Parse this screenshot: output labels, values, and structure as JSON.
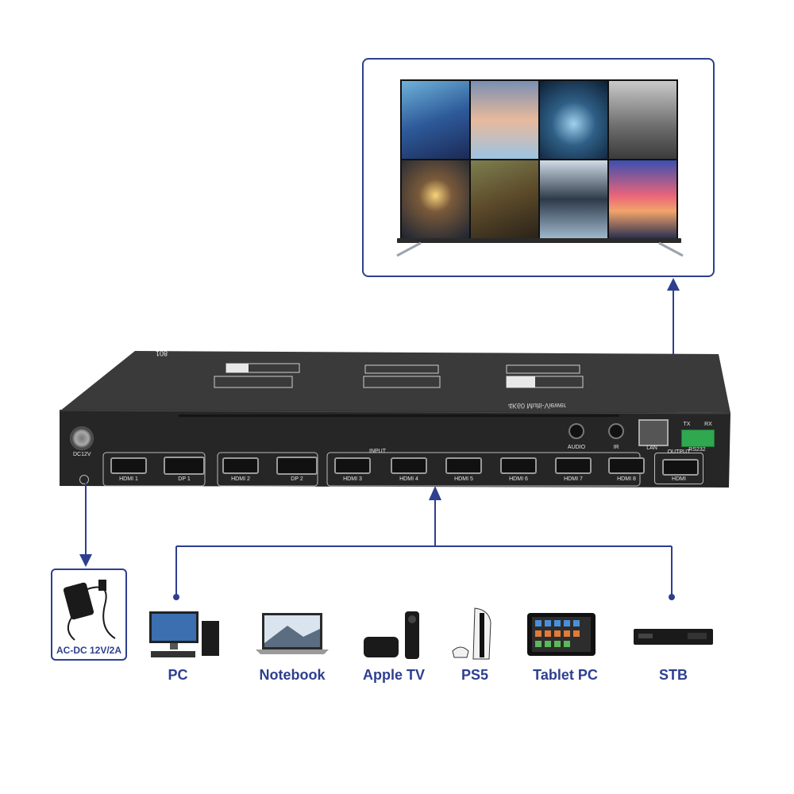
{
  "brand_colors": {
    "accent": "#2e3f8f",
    "device_body": "#2b2b2b"
  },
  "device": {
    "model_top": "801",
    "model_mirrored": "4K60 Multi-Viewer",
    "power_port": "DC12V",
    "inputs_header": "INPUT",
    "input_ports": [
      "HDMI 1",
      "DP 1",
      "HDMI 2",
      "DP 2",
      "HDMI 3",
      "HDMI 4",
      "HDMI 5",
      "HDMI 6",
      "HDMI 7",
      "HDMI 8"
    ],
    "audio_label": "AUDIO",
    "ir_label": "IR",
    "lan_label": "LAN",
    "output_header": "OUTPUT",
    "output_port": "HDMI",
    "rs232_label": "RS232",
    "tx_label": "TX",
    "rx_label": "RX"
  },
  "power_adapter": {
    "label": "AC-DC 12V/2A"
  },
  "sources": [
    {
      "label": "PC",
      "icon": "pc-icon"
    },
    {
      "label": "Notebook",
      "icon": "notebook-icon"
    },
    {
      "label": "Apple TV",
      "icon": "apple-tv-icon"
    },
    {
      "label": "PS5",
      "icon": "ps5-icon"
    },
    {
      "label": "Tablet PC",
      "icon": "tablet-icon"
    },
    {
      "label": "STB",
      "icon": "stb-icon"
    }
  ],
  "display": {
    "icon": "tv-icon",
    "layout": "8-window multiview"
  }
}
